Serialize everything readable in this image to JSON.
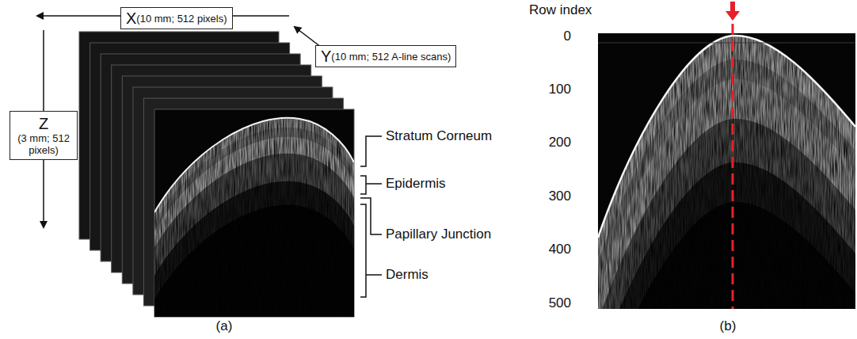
{
  "diagram": {
    "nodes": [
      {
        "text": [
          "X",
          "(10 mm; 512 pixels)"
        ]
      },
      {
        "text": [
          "Y",
          "(10 mm; 512 A-line scans)"
        ]
      },
      {
        "text": [
          "Z",
          "(3 mm; 512 pixels)"
        ]
      }
    ],
    "labels": [
      "Stratum Corneum",
      "Epidermis",
      "Papillary Junction",
      "Dermis",
      "(a)",
      "Row index",
      "0",
      "100",
      "200",
      "300",
      "400",
      "500",
      "(b)"
    ]
  }
}
